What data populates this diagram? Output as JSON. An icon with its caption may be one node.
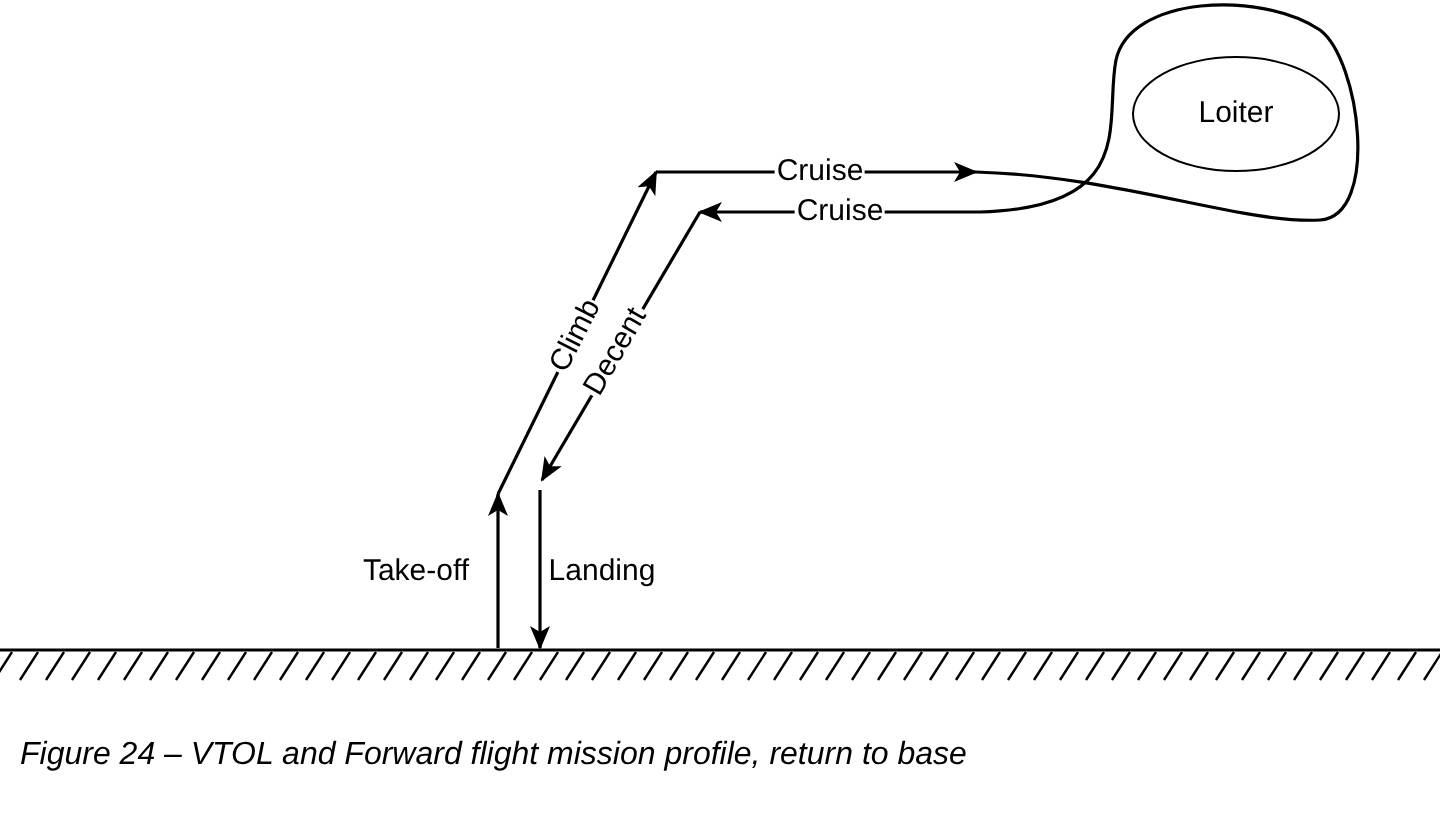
{
  "diagram": {
    "caption": "Figure 24 – VTOL and Forward flight mission profile, return to base",
    "nodes": [
      {
        "text": [
          "Loiter"
        ]
      }
    ],
    "labels": [
      "Cruise",
      "Cruise",
      "Climb",
      "Decent",
      "Take-off",
      "Landing"
    ]
  }
}
